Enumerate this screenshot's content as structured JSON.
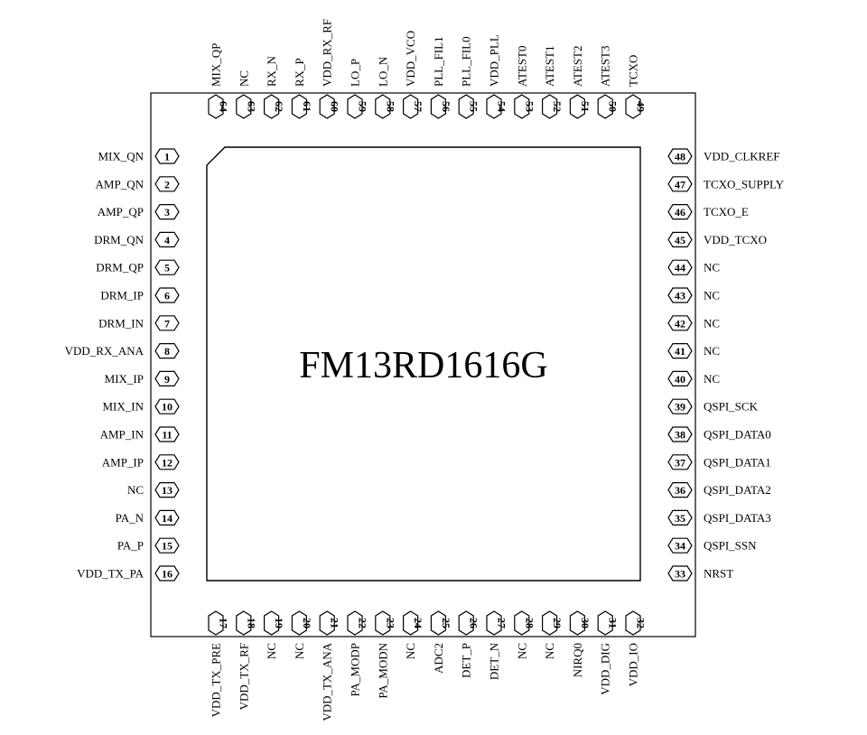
{
  "chip": {
    "part_number": "FM13RD1616G"
  },
  "pins": {
    "left": [
      {
        "num": "1",
        "name": "MIX_QN"
      },
      {
        "num": "2",
        "name": "AMP_QN"
      },
      {
        "num": "3",
        "name": "AMP_QP"
      },
      {
        "num": "4",
        "name": "DRM_QN"
      },
      {
        "num": "5",
        "name": "DRM_QP"
      },
      {
        "num": "6",
        "name": "DRM_IP"
      },
      {
        "num": "7",
        "name": "DRM_IN"
      },
      {
        "num": "8",
        "name": "VDD_RX_ANA"
      },
      {
        "num": "9",
        "name": "MIX_IP"
      },
      {
        "num": "10",
        "name": "MIX_IN"
      },
      {
        "num": "11",
        "name": "AMP_IN"
      },
      {
        "num": "12",
        "name": "AMP_IP"
      },
      {
        "num": "13",
        "name": "NC"
      },
      {
        "num": "14",
        "name": "PA_N"
      },
      {
        "num": "15",
        "name": "PA_P"
      },
      {
        "num": "16",
        "name": "VDD_TX_PA"
      }
    ],
    "bottom": [
      {
        "num": "17",
        "name": "VDD_TX_PRE"
      },
      {
        "num": "18",
        "name": "VDD_TX_RF"
      },
      {
        "num": "19",
        "name": "NC"
      },
      {
        "num": "20",
        "name": "NC"
      },
      {
        "num": "21",
        "name": "VDD_TX_ANA"
      },
      {
        "num": "22",
        "name": "PA_MODP"
      },
      {
        "num": "23",
        "name": "PA_MODN"
      },
      {
        "num": "24",
        "name": "NC"
      },
      {
        "num": "25",
        "name": "ADC2"
      },
      {
        "num": "26",
        "name": "DET_P"
      },
      {
        "num": "27",
        "name": "DET_N"
      },
      {
        "num": "28",
        "name": "NC"
      },
      {
        "num": "29",
        "name": "NC"
      },
      {
        "num": "30",
        "name": "NIRQ0"
      },
      {
        "num": "31",
        "name": "VDD_DIG"
      },
      {
        "num": "32",
        "name": "VDD_IO"
      }
    ],
    "right": [
      {
        "num": "48",
        "name": "VDD_CLKREF"
      },
      {
        "num": "47",
        "name": "TCXO_SUPPLY"
      },
      {
        "num": "46",
        "name": "TCXO_E"
      },
      {
        "num": "45",
        "name": "VDD_TCXO"
      },
      {
        "num": "44",
        "name": "NC"
      },
      {
        "num": "43",
        "name": "NC"
      },
      {
        "num": "42",
        "name": "NC"
      },
      {
        "num": "41",
        "name": "NC"
      },
      {
        "num": "40",
        "name": "NC"
      },
      {
        "num": "39",
        "name": "QSPI_SCK"
      },
      {
        "num": "38",
        "name": "QSPI_DATA0"
      },
      {
        "num": "37",
        "name": "QSPI_DATA1"
      },
      {
        "num": "36",
        "name": "QSPI_DATA2"
      },
      {
        "num": "35",
        "name": "QSPI_DATA3"
      },
      {
        "num": "34",
        "name": "QSPI_SSN"
      },
      {
        "num": "33",
        "name": "NRST"
      }
    ],
    "top": [
      {
        "num": "64",
        "name": "MIX_QP"
      },
      {
        "num": "63",
        "name": "NC"
      },
      {
        "num": "62",
        "name": "RX_N"
      },
      {
        "num": "61",
        "name": "RX_P"
      },
      {
        "num": "60",
        "name": "VDD_RX_RF"
      },
      {
        "num": "59",
        "name": "LO_P"
      },
      {
        "num": "58",
        "name": "LO_N"
      },
      {
        "num": "57",
        "name": "VDD_VCO"
      },
      {
        "num": "56",
        "name": "PLL_FIL1"
      },
      {
        "num": "55",
        "name": "PLL_FIL0"
      },
      {
        "num": "54",
        "name": "VDD_PLL"
      },
      {
        "num": "53",
        "name": "ATEST0"
      },
      {
        "num": "52",
        "name": "ATEST1"
      },
      {
        "num": "51",
        "name": "ATEST2"
      },
      {
        "num": "50",
        "name": "ATEST3"
      },
      {
        "num": "49",
        "name": "TCXO"
      }
    ]
  }
}
